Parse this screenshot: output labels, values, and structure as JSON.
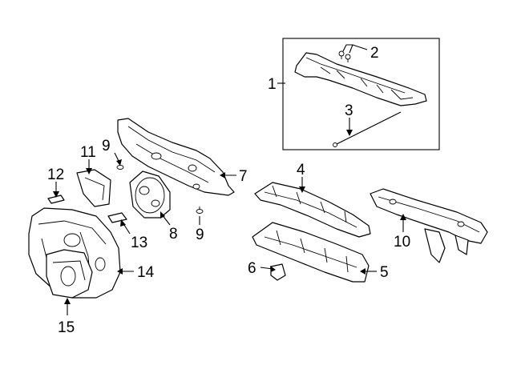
{
  "callouts": [
    {
      "id": "1",
      "text": "1"
    },
    {
      "id": "2",
      "text": "2"
    },
    {
      "id": "3",
      "text": "3"
    },
    {
      "id": "4",
      "text": "4"
    },
    {
      "id": "5",
      "text": "5"
    },
    {
      "id": "6",
      "text": "6"
    },
    {
      "id": "7",
      "text": "7"
    },
    {
      "id": "8",
      "text": "8"
    },
    {
      "id": "9a",
      "text": "9"
    },
    {
      "id": "9b",
      "text": "9"
    },
    {
      "id": "10",
      "text": "10"
    },
    {
      "id": "11",
      "text": "11"
    },
    {
      "id": "12",
      "text": "12"
    },
    {
      "id": "13",
      "text": "13"
    },
    {
      "id": "14",
      "text": "14"
    },
    {
      "id": "15",
      "text": "15"
    }
  ]
}
